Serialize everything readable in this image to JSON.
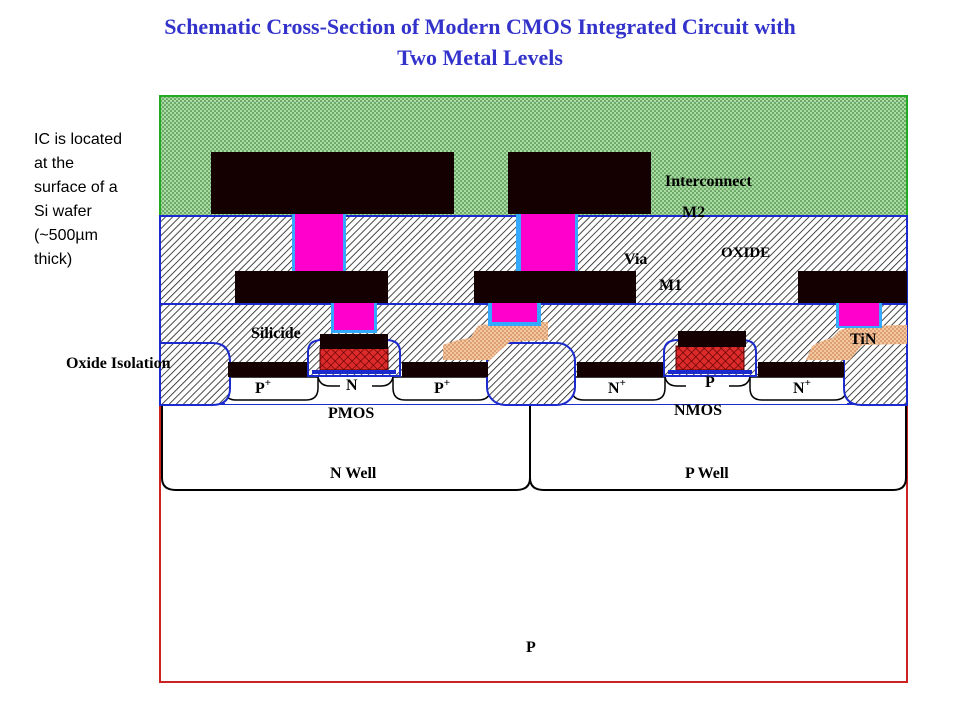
{
  "title": {
    "line1": "Schematic Cross-Section of Modern CMOS Integrated Circuit with",
    "line2": "Two Metal Levels"
  },
  "note": {
    "lines": [
      "IC is located",
      "at the",
      "surface of a",
      "Si wafer",
      "(~500µm",
      "thick)"
    ]
  },
  "labels": {
    "interconnect": "Interconnect",
    "m2": "M2",
    "oxide": "OXIDE",
    "via": "Via",
    "m1": "M1",
    "silicide": "Silicide",
    "tin": "TiN",
    "oxide_isolation": "Oxide Isolation",
    "pmos": "PMOS",
    "nmos": "NMOS",
    "n_well": "N Well",
    "p_well": "P Well",
    "substrate": "P",
    "pmos_source": "P",
    "pmos_drain": "P",
    "pmos_channel": "N",
    "nmos_source": "N",
    "nmos_drain": "N",
    "nmos_channel": "P",
    "plus": "+"
  },
  "colors": {
    "title": "#3333cc",
    "passivation_fill": "#a8dca0",
    "passivation_border": "#22aa22",
    "oxide_border": "#1a2acc",
    "metal": "#140000",
    "via": "#ff00cc",
    "via_liner": "#33aaff",
    "gate_poly": "#cc2222",
    "tin": "#f2c8a0",
    "substrate_border": "#cc2222",
    "well_border": "#000000"
  }
}
